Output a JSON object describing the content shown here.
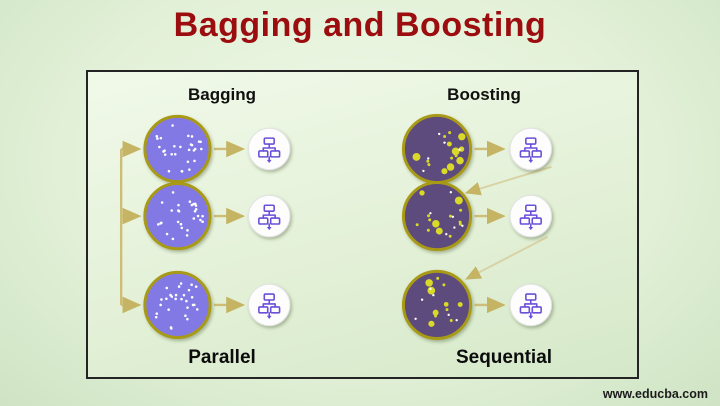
{
  "title": "Bagging and Boosting",
  "diagram": {
    "left": {
      "heading": "Bagging",
      "caption": "Parallel",
      "dataset_count": 3,
      "model_icon": "decision-tree-icon"
    },
    "right": {
      "heading": "Boosting",
      "caption": "Sequential",
      "dataset_count": 3,
      "model_icon": "decision-tree-icon"
    }
  },
  "footer": {
    "website": "www.educba.com"
  },
  "colors": {
    "title_text": "#9c0d10",
    "background_green": "#e3f1d8",
    "frame_border": "#242424",
    "bagging_circle_fill": "#8279e4",
    "boosting_circle_fill": "#5c4c7c",
    "circle_border": "#a89a12",
    "arrow": "#cdbd76",
    "tree_icon": "#6a4fd8",
    "boosting_dot_yellow": "#d9d92a",
    "dot_white": "#ffffff"
  }
}
